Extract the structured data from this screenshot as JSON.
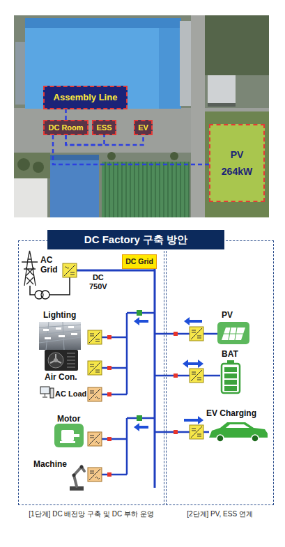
{
  "diagram": {
    "title": "DC Factory 구축 방안",
    "nodes": [
      {
        "text": [
          "Assembly Line"
        ]
      },
      {
        "text": [
          "DC Room"
        ]
      },
      {
        "text": [
          "ESS"
        ]
      },
      {
        "text": [
          "EV"
        ]
      },
      {
        "text": [
          "PV",
          "264kW"
        ]
      },
      {
        "text": [
          "[1단계] DC 배전망 구축 및 DC 부하 운영"
        ]
      },
      {
        "text": [
          "DC Grid"
        ],
        "in": 5
      },
      {
        "text": [
          "[2단계] PV, ESS 연계"
        ]
      }
    ],
    "edges": [
      {
        "from": 1,
        "to": 0,
        "arrow": "none"
      },
      {
        "from": 1,
        "to": 2,
        "arrow": "none"
      },
      {
        "from": 1,
        "to": 3,
        "arrow": "none"
      },
      {
        "from": 1,
        "to": 4,
        "arrow": "none"
      }
    ],
    "labels": [
      "AC Grid",
      "DC 750V",
      "Lighting",
      "Air Con.",
      "AC Load",
      "Motor",
      "Machine",
      "PV",
      "BAT",
      "EV Charging"
    ]
  }
}
